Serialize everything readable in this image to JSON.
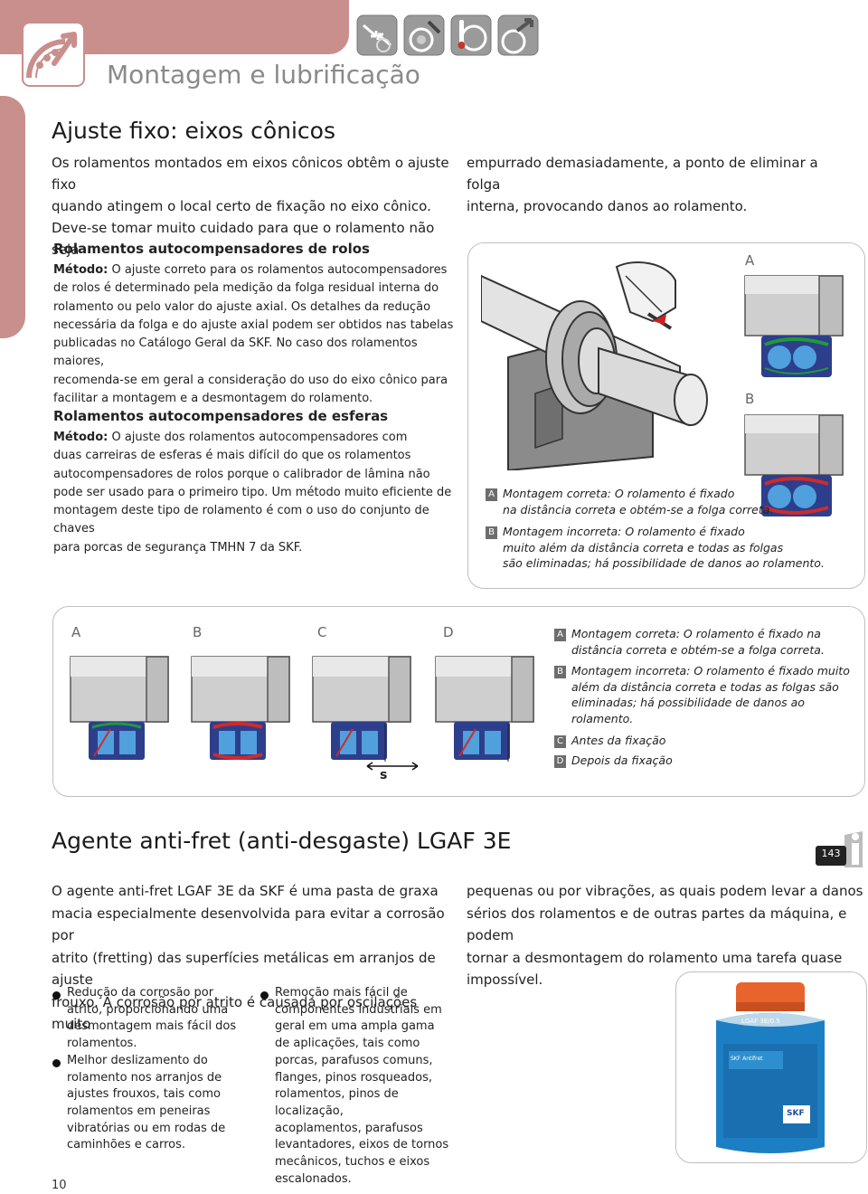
{
  "header": {
    "section_title": "Montagem e lubrificação",
    "nav_icons": [
      "bearing-mounting-icon",
      "mounting-tools-icon",
      "bearing-heating-icon",
      "bearing-dismounting-icon",
      "lubrication-icon"
    ]
  },
  "section1": {
    "title": "Ajuste fixo: eixos cônicos",
    "col1": [
      "Os rolamentos montados em eixos cônicos obtêm o ajuste fixo",
      "quando atingem o local certo de fixação no eixo cônico.",
      "Deve-se tomar muito cuidado para que o rolamento não seja"
    ],
    "col2": [
      "empurrado demasiadamente,  a ponto de eliminar a folga",
      "interna, provocando danos ao rolamento."
    ]
  },
  "roller": {
    "heading": "Rolamentos autocompensadores de rolos",
    "method_label": "Método:",
    "lines": [
      " O ajuste correto para os rolamentos autocompensadores",
      "de rolos é determinado pela medição da folga residual interna do",
      "rolamento ou pelo valor do ajuste axial. Os detalhes da redução",
      "necessária da folga e do ajuste axial podem ser obtidos nas tabelas",
      "publicadas no Catálogo Geral da SKF. No caso dos rolamentos maiores,",
      "recomenda-se em geral a consideração do uso do eixo cônico para",
      "facilitar a montagem e a desmontagem do rolamento."
    ]
  },
  "ball": {
    "heading": "Rolamentos autocompensadores de esferas",
    "method_label": "Método:",
    "lines": [
      " O ajuste dos rolamentos autocompensadores com",
      "duas carreiras de esferas é mais difícil do que os rolamentos",
      "autocompensadores de rolos porque o calibrador de lâmina não",
      "pode ser usado para o primeiro tipo. Um método muito eficiente de",
      "montagem deste tipo de rolamento é com o uso do conjunto de chaves",
      "para porcas de segurança TMHN 7 da SKF."
    ]
  },
  "figure1": {
    "label_a": "A",
    "label_b": "B",
    "caption_a_badge": "A",
    "caption_a": [
      "Montagem correta: O rolamento é fixado",
      "na distância correta e obtém-se a folga correta."
    ],
    "caption_b_badge": "B",
    "caption_b": [
      "Montagem incorreta: O rolamento é fixado",
      "muito além da distância correta e todas as folgas",
      "são eliminadas; há possibilidade de danos ao rolamento."
    ]
  },
  "figure2": {
    "labels": [
      "A",
      "B",
      "C",
      "D"
    ],
    "s_label": "s",
    "captions": [
      {
        "badge": "A",
        "lines": [
          "Montagem correta: O rolamento é fixado na",
          "distância correta e obtém-se a folga correta."
        ]
      },
      {
        "badge": "B",
        "lines": [
          "Montagem incorreta: O rolamento é fixado muito",
          "além da distância correta e todas as folgas são",
          "eliminadas; há possibilidade de danos ao rolamento."
        ]
      },
      {
        "badge": "C",
        "lines": [
          "Antes da fixação"
        ]
      },
      {
        "badge": "D",
        "lines": [
          "Depois da fixação"
        ]
      }
    ]
  },
  "section2": {
    "title": "Agente anti-fret (anti-desgaste) LGAF 3E",
    "page_ref": "143",
    "col1": [
      "O agente anti-fret LGAF 3E da SKF é uma pasta de graxa",
      "macia especialmente desenvolvida para evitar a corrosão por",
      "atrito (fretting) das superfícies metálicas em arranjos de ajuste",
      "frouxo. A corrosão por atrito é causada por oscilações muito"
    ],
    "col2": [
      "pequenas ou por vibrações, as quais podem levar a danos",
      "sérios dos rolamentos e de outras partes da máquina, e podem",
      "tornar a desmontagem do rolamento uma tarefa quase",
      "impossível."
    ]
  },
  "bullets_left": [
    {
      "lines": [
        "Redução da corrosão por",
        "atrito, proporcionando uma",
        "desmontagem mais fácil dos",
        "rolamentos."
      ]
    },
    {
      "lines": [
        "Melhor deslizamento do",
        "rolamento nos arranjos de",
        "ajustes frouxos, tais como",
        "rolamentos em peneiras",
        "vibratórias ou em rodas de",
        "caminhões e carros."
      ]
    }
  ],
  "bullets_right": [
    {
      "lines": [
        "Remoção mais fácil de",
        "componentes industriais em",
        "geral em uma ampla gama",
        "de aplicações, tais como",
        "porcas, parafusos comuns,",
        "flanges, pinos rosqueados,",
        "rolamentos, pinos de localização,",
        "acoplamentos, parafusos",
        "levantadores, eixos de tornos",
        "mecânicos, tuchos e eixos",
        "escalonados."
      ]
    }
  ],
  "product": {
    "label_top": "LGAF 3E/0.5",
    "label_brand": "SKF Antifret",
    "label_logo": "SKF"
  },
  "footer": {
    "page_number": "10"
  }
}
